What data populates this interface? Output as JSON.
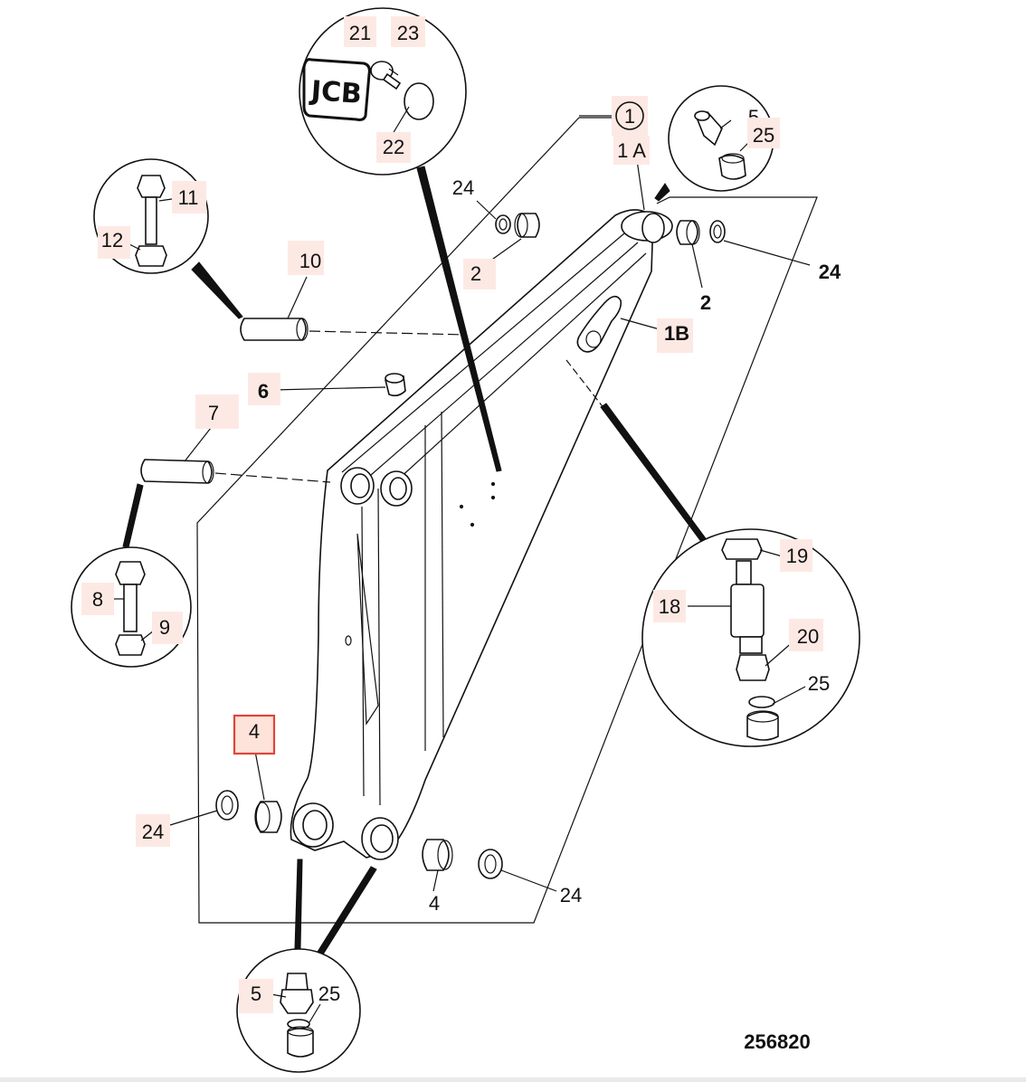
{
  "drawing_number": "256820",
  "brand_logo": "JCB",
  "selected_callout": "4",
  "callouts": {
    "c21": "21",
    "c23": "23",
    "c22": "22",
    "c1": "1",
    "c1A": "1 A",
    "c5_top": "5",
    "c25_top": "25",
    "c24_a": "24",
    "c2_a": "2",
    "c11": "11",
    "c12": "12",
    "c10": "10",
    "c24_b": "24",
    "c2_b": "2",
    "c1B": "1B",
    "c6": "6",
    "c7": "7",
    "c8": "8",
    "c9": "9",
    "c19": "19",
    "c18": "18",
    "c20": "20",
    "c25_r": "25",
    "c4_sel": "4",
    "c24_c": "24",
    "c4_b": "4",
    "c24_d": "24",
    "c5_bot": "5",
    "c25_bot": "25"
  }
}
